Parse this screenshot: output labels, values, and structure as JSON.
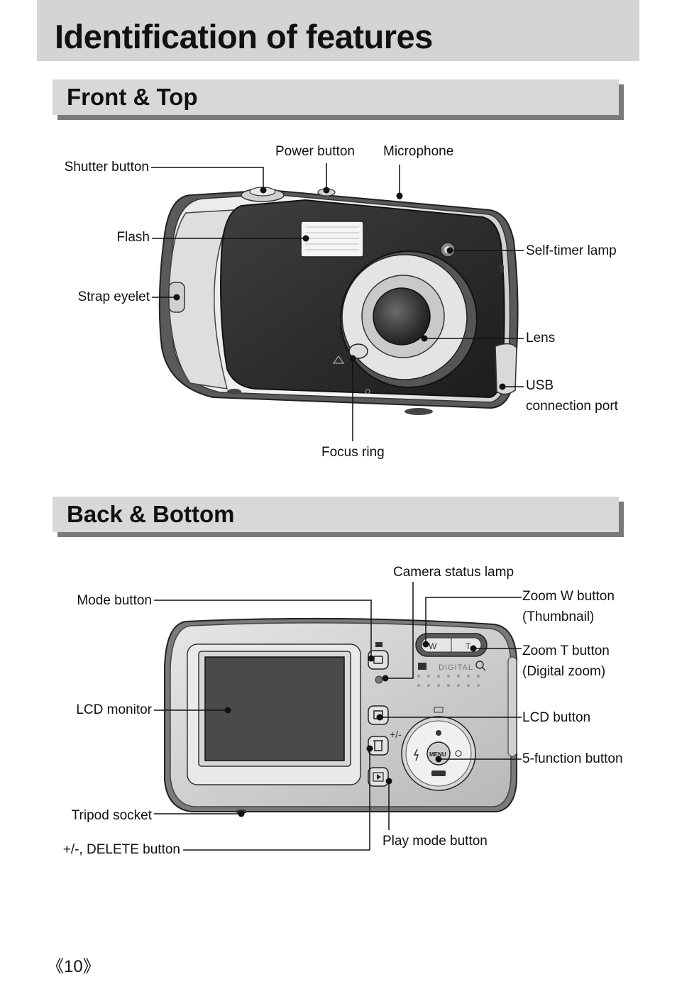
{
  "page": {
    "title": "Identification of features",
    "page_number": "10"
  },
  "front_section": {
    "title": "Front & Top",
    "labels": {
      "shutter_button": "Shutter button",
      "power_button": "Power button",
      "microphone": "Microphone",
      "flash": "Flash",
      "self_timer_lamp": "Self-timer lamp",
      "strap_eyelet": "Strap eyelet",
      "lens": "Lens",
      "usb_line1": "USB",
      "usb_line2": "connection port",
      "focus_ring": "Focus ring"
    }
  },
  "back_section": {
    "title": "Back & Bottom",
    "labels": {
      "camera_status_lamp": "Camera status lamp",
      "mode_button": "Mode button",
      "zoom_w_line1": "Zoom W button",
      "zoom_w_line2": "(Thumbnail)",
      "zoom_t_line1": "Zoom T button",
      "zoom_t_line2": "(Digital zoom)",
      "lcd_monitor": "LCD monitor",
      "lcd_button": "LCD button",
      "five_function_button": "5-function button",
      "tripod_socket": "Tripod socket",
      "plus_minus_delete_button": "+/-, DELETE button",
      "play_mode_button": "Play mode button"
    },
    "camera_markings": {
      "zoom_w": "W",
      "zoom_t": "T",
      "digital": "DIGITAL",
      "menu": "MENU",
      "plus_minus": "+/-"
    }
  }
}
